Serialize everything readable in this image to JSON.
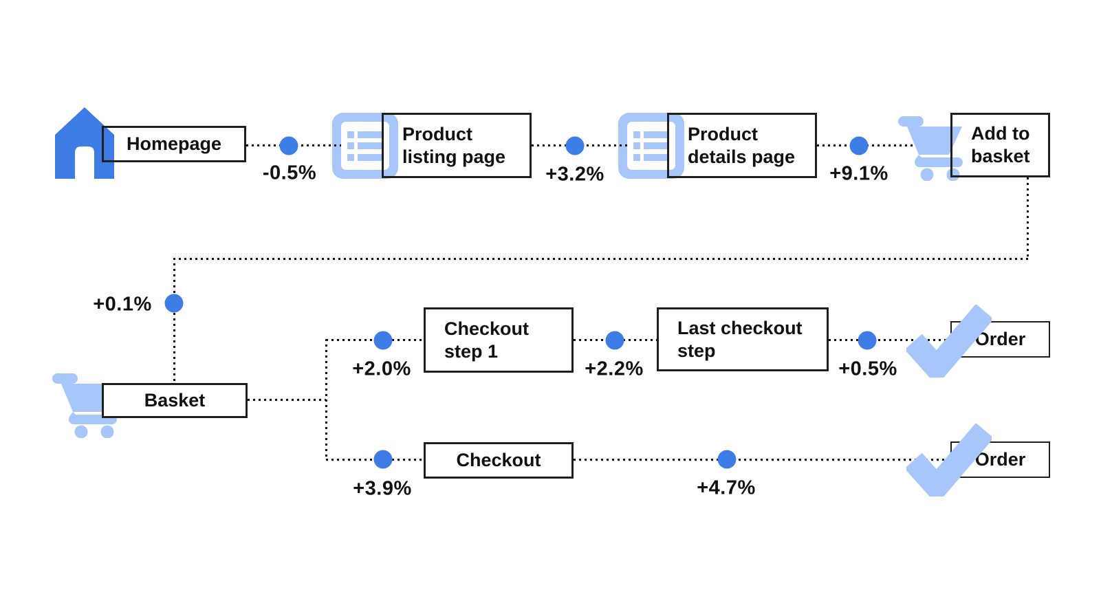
{
  "colors": {
    "accent_blue": "#3D7BE5",
    "light_blue": "#A7C7FA",
    "line_black": "#111111",
    "box_border": "#1F1F1F",
    "background": "#FFFFFF"
  },
  "icons": {
    "homepage": "home-icon",
    "product_listing": "list-page-icon",
    "product_details": "list-page-icon",
    "add_to_basket": "shopping-cart-icon",
    "basket": "shopping-cart-icon",
    "order": "check-icon"
  },
  "nodes": {
    "homepage": "Homepage",
    "product_listing": "Product\nlisting page",
    "product_details": "Product\ndetails page",
    "add_to_basket": "Add to\nbasket",
    "basket": "Basket",
    "checkout_step_1": "Checkout\nstep 1",
    "last_checkout_step": "Last checkout\nstep",
    "checkout": "Checkout",
    "order_top": "Order",
    "order_bottom": "Order"
  },
  "deltas": {
    "homepage_to_listing": "-0.5%",
    "listing_to_details": "+3.2%",
    "details_to_add_to_basket": "+9.1%",
    "add_to_basket_to_basket": "+0.1%",
    "basket_to_checkout_step_1": "+2.0%",
    "checkout_step_1_to_last": "+2.2%",
    "last_to_order": "+0.5%",
    "basket_to_checkout": "+3.9%",
    "checkout_to_order": "+4.7%"
  }
}
